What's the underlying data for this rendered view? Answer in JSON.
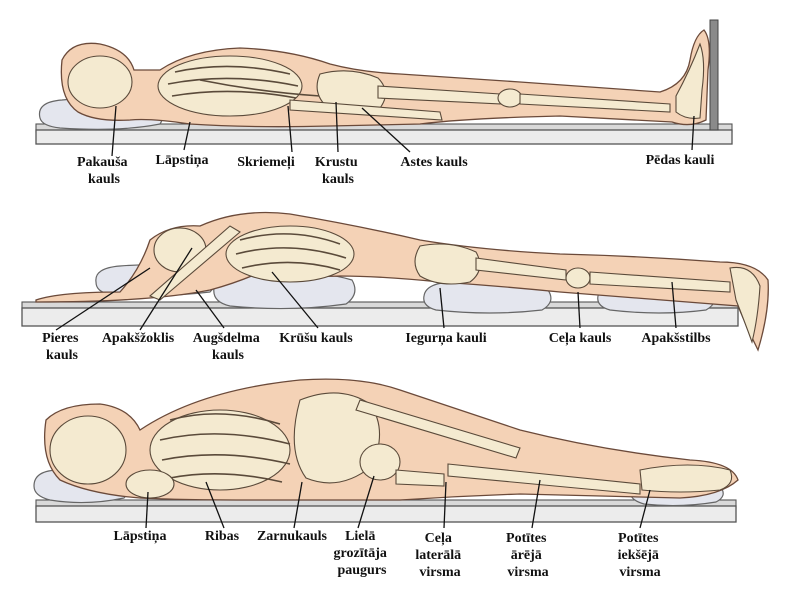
{
  "panels": [
    {
      "id": "supine",
      "labels": [
        {
          "key": "occipital",
          "lines": [
            "Pakauša",
            "kauls"
          ]
        },
        {
          "key": "scapula",
          "lines": [
            "Lāpstiņa"
          ]
        },
        {
          "key": "spine",
          "lines": [
            "Skriemeļi"
          ]
        },
        {
          "key": "sacrum",
          "lines": [
            "Krustu",
            "kauls"
          ]
        },
        {
          "key": "coccyx",
          "lines": [
            "Astes kauls"
          ]
        },
        {
          "key": "heel",
          "lines": [
            "Pēdas kauli"
          ]
        }
      ]
    },
    {
      "id": "prone",
      "labels": [
        {
          "key": "forehead",
          "lines": [
            "Pieres",
            "kauls"
          ]
        },
        {
          "key": "clavicle",
          "lines": [
            "Apakšžoklis"
          ]
        },
        {
          "key": "humerus",
          "lines": [
            "Augšdelma",
            "kauls"
          ]
        },
        {
          "key": "sternum",
          "lines": [
            "Krūšu kauls"
          ]
        },
        {
          "key": "pelvis",
          "lines": [
            "Iegurņa kauli"
          ]
        },
        {
          "key": "knee",
          "lines": [
            "Ceļa kauls"
          ]
        },
        {
          "key": "tibia",
          "lines": [
            "Apakšstilbs"
          ]
        }
      ]
    },
    {
      "id": "lateral",
      "labels": [
        {
          "key": "scapula2",
          "lines": [
            "Lāpstiņa"
          ]
        },
        {
          "key": "ribs",
          "lines": [
            "Ribas"
          ]
        },
        {
          "key": "ilium",
          "lines": [
            "Zarnukauls"
          ]
        },
        {
          "key": "trochanter",
          "lines": [
            "Lielā",
            "grozītāja",
            "paugurs"
          ]
        },
        {
          "key": "kneeLateral",
          "lines": [
            "Ceļa",
            "laterālā",
            "virsma"
          ]
        },
        {
          "key": "ankleOuter",
          "lines": [
            "Potītes",
            "ārējā",
            "virsma"
          ]
        },
        {
          "key": "ankleInner",
          "lines": [
            "Potītes",
            "iekšējā",
            "virsma"
          ]
        }
      ]
    }
  ],
  "colors": {
    "skin": "#f4d2b6",
    "bone": "#f4ead0",
    "outline": "#6b4a3a",
    "pillow": "#e4e6ee",
    "mattress": "#ececec"
  }
}
